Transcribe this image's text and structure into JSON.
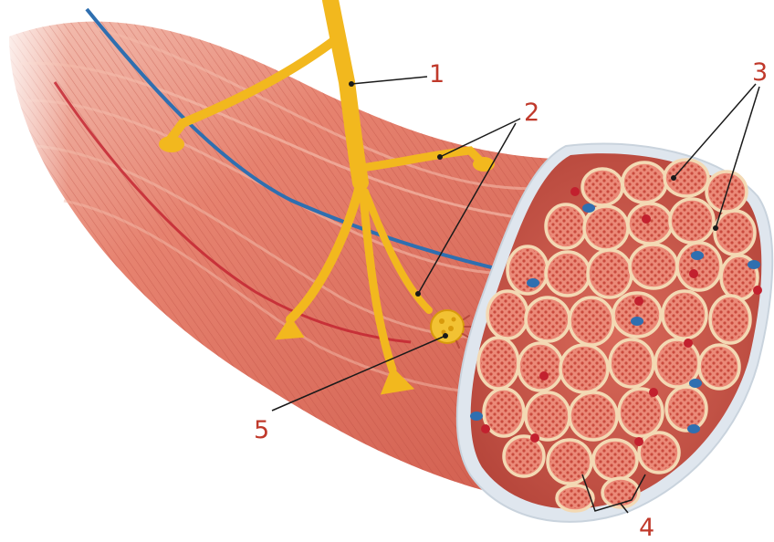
{
  "labels": {
    "l1": "1",
    "l2": "2",
    "l3": "3",
    "l4": "4",
    "l5": "5"
  },
  "colors": {
    "muscle_light": "#e89a86",
    "muscle_mid": "#d9695a",
    "muscle_dark": "#b84a3e",
    "nerve": "#f2b81e",
    "nerve_dark": "#d89a0c",
    "vein": "#2f6fb0",
    "artery": "#c2202e",
    "fascicle_outline": "#f3d9b4",
    "sheath": "#dfe6ee",
    "label": "#c0392b"
  }
}
